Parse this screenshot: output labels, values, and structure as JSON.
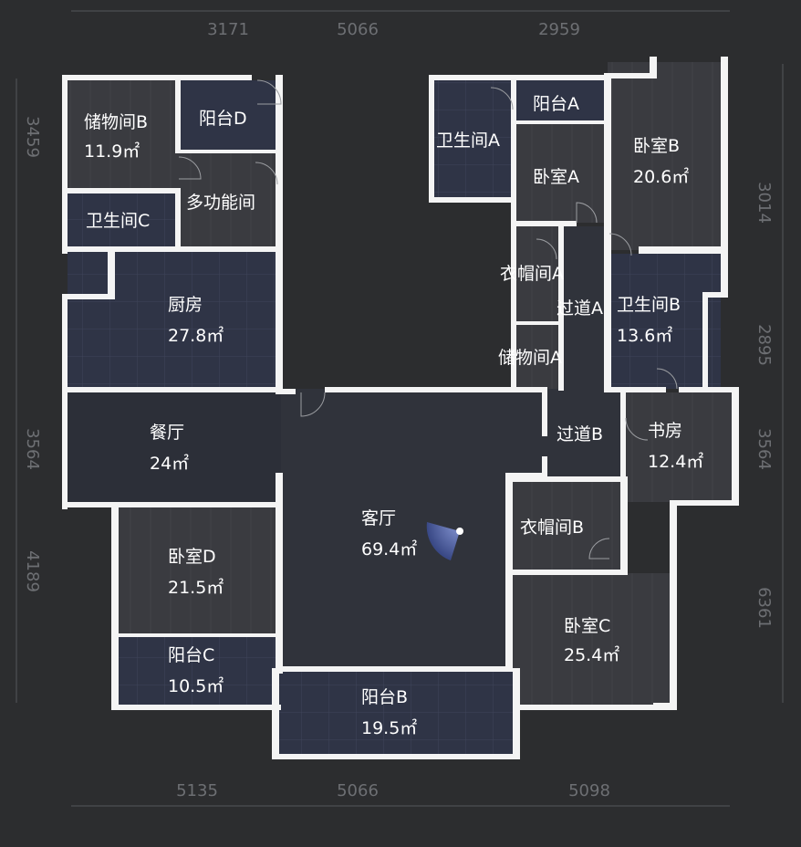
{
  "dimensions": {
    "top": [
      "3171",
      "5066",
      "2959"
    ],
    "bottom": [
      "5135",
      "5066",
      "5098"
    ],
    "left": [
      "3459",
      "3564",
      "4189"
    ],
    "right": [
      "3014",
      "2895",
      "3564",
      "6361"
    ]
  },
  "rooms": {
    "storage_b": {
      "name": "储物间B",
      "area": "11.9㎡"
    },
    "balcony_d": {
      "name": "阳台D"
    },
    "multi_room": {
      "name": "多功能间"
    },
    "bath_c": {
      "name": "卫生间C"
    },
    "kitchen": {
      "name": "厨房",
      "area": "27.8㎡"
    },
    "dining": {
      "name": "餐厅",
      "area": "24㎡"
    },
    "bedroom_d": {
      "name": "卧室D",
      "area": "21.5㎡"
    },
    "balcony_c": {
      "name": "阳台C",
      "area": "10.5㎡"
    },
    "living": {
      "name": "客厅",
      "area": "69.4㎡"
    },
    "balcony_b": {
      "name": "阳台B",
      "area": "19.5㎡"
    },
    "bath_a": {
      "name": "卫生间A"
    },
    "balcony_a": {
      "name": "阳台A"
    },
    "bedroom_a": {
      "name": "卧室A"
    },
    "bedroom_b": {
      "name": "卧室B",
      "area": "20.6㎡"
    },
    "closet_a": {
      "name": "衣帽间A"
    },
    "corridor_a": {
      "name": "过道A"
    },
    "bath_b": {
      "name": "卫生间B",
      "area": "13.6㎡"
    },
    "storage_a": {
      "name": "储物间A"
    },
    "corridor_b": {
      "name": "过道B"
    },
    "study": {
      "name": "书房",
      "area": "12.4㎡"
    },
    "closet_b": {
      "name": "衣帽间B"
    },
    "bedroom_c": {
      "name": "卧室C",
      "area": "25.4㎡"
    }
  },
  "colors": {
    "background": "#2c2d2f",
    "wall": "#f4f4f4",
    "tile_floor": "#2f3446",
    "wood_floor": "#3a3b40",
    "living_floor": "#30333b",
    "camera_indicator": "#4a5a9a"
  },
  "icons": {
    "camera": "view-cone-icon"
  }
}
